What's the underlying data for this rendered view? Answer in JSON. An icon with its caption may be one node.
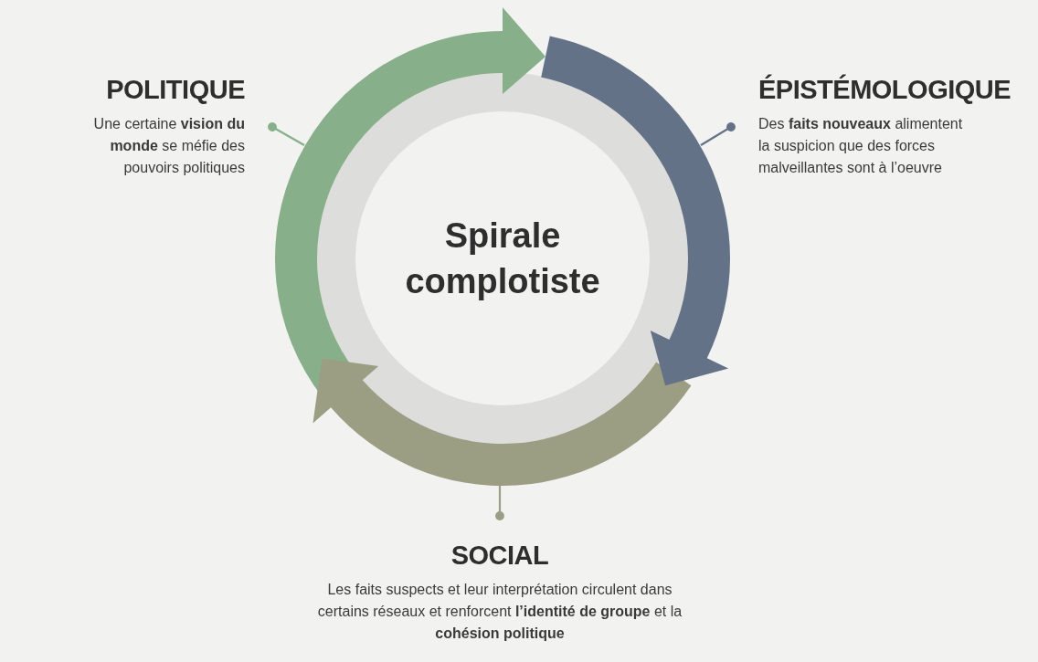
{
  "diagram": {
    "nodes": [
      {
        "text": [
          "POLITIQUE",
          "Une certaine **vision du monde** se méfie des pouvoirs politiques"
        ]
      },
      {
        "text": [
          "ÉPISTÉMOLOGIQUE",
          "Des **faits nouveaux** alimentent la suspicion que des forces malveillantes sont à l’oeuvre"
        ]
      },
      {
        "text": [
          "Spirale complotiste"
        ]
      },
      {
        "text": [
          "SOCIAL",
          "Les faits suspects et leur interprétation circulent dans certains réseaux et renforcent **l’identité de groupe** et la **cohésion politique**"
        ]
      }
    ],
    "edges": [
      {
        "from": 0,
        "to": null,
        "arrow": "other",
        "color": "#87b08a"
      },
      {
        "from": 1,
        "to": null,
        "arrow": "other",
        "color": "#637286"
      },
      {
        "from": 3,
        "to": null,
        "arrow": "other",
        "color": "#9c9e84"
      },
      {
        "from": 0,
        "to": 1,
        "arrow": "to",
        "style": "thick",
        "color": "#87b08a"
      },
      {
        "from": 1,
        "to": 3,
        "arrow": "to",
        "style": "thick",
        "color": "#637286"
      },
      {
        "from": 3,
        "to": 0,
        "arrow": "to",
        "style": "thick",
        "color": "#9c9e84"
      }
    ]
  }
}
